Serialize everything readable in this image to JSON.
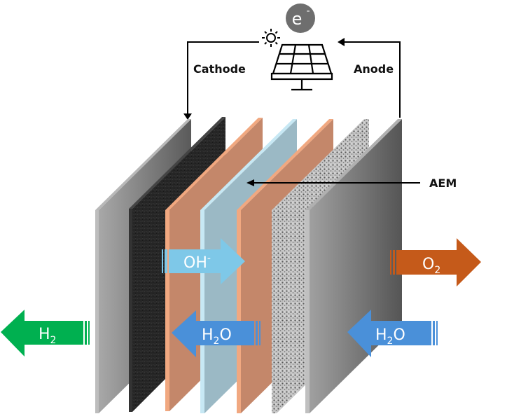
{
  "diagram": {
    "title": "AEM water electrolyzer powered by solar panel",
    "electron_label": "e",
    "electron_sup": "-",
    "cathode_label": "Cathode",
    "anode_label": "Anode",
    "membrane_label": "AEM",
    "icons": {
      "sun": "sun-icon",
      "solar_panel": "solar-panel-icon",
      "electron": "electron-circle-icon"
    },
    "layers": [
      {
        "name": "cathode-end-plate",
        "color": "#8c8c8c"
      },
      {
        "name": "cathode-catalyst-layer",
        "color": "#2a2a2a"
      },
      {
        "name": "cathode-gas-diffusion-copper",
        "color": "#c4876a"
      },
      {
        "name": "anion-exchange-membrane",
        "color": "#9bb9c5"
      },
      {
        "name": "anode-gas-diffusion-copper",
        "color": "#c4876a"
      },
      {
        "name": "anode-catalyst-layer",
        "color": "#b0b0b0"
      },
      {
        "name": "anode-end-plate",
        "color": "#8c8c8c"
      }
    ],
    "arrows": {
      "h2": {
        "main": "H",
        "sub": "2",
        "tail": "",
        "color": "#00b050",
        "direction": "left"
      },
      "oh": {
        "main": "OH",
        "sup": "-",
        "color": "#7ec8e8",
        "direction": "right"
      },
      "h2o_left": {
        "main": "H",
        "sub": "2",
        "tail": "O",
        "color": "#4a90d9",
        "direction": "left"
      },
      "o2": {
        "main": "O",
        "sub": "2",
        "tail": "",
        "color": "#c55a1a",
        "direction": "right"
      },
      "h2o_right": {
        "main": "H",
        "sub": "2",
        "tail": "O",
        "color": "#4a90d9",
        "direction": "left"
      }
    }
  }
}
